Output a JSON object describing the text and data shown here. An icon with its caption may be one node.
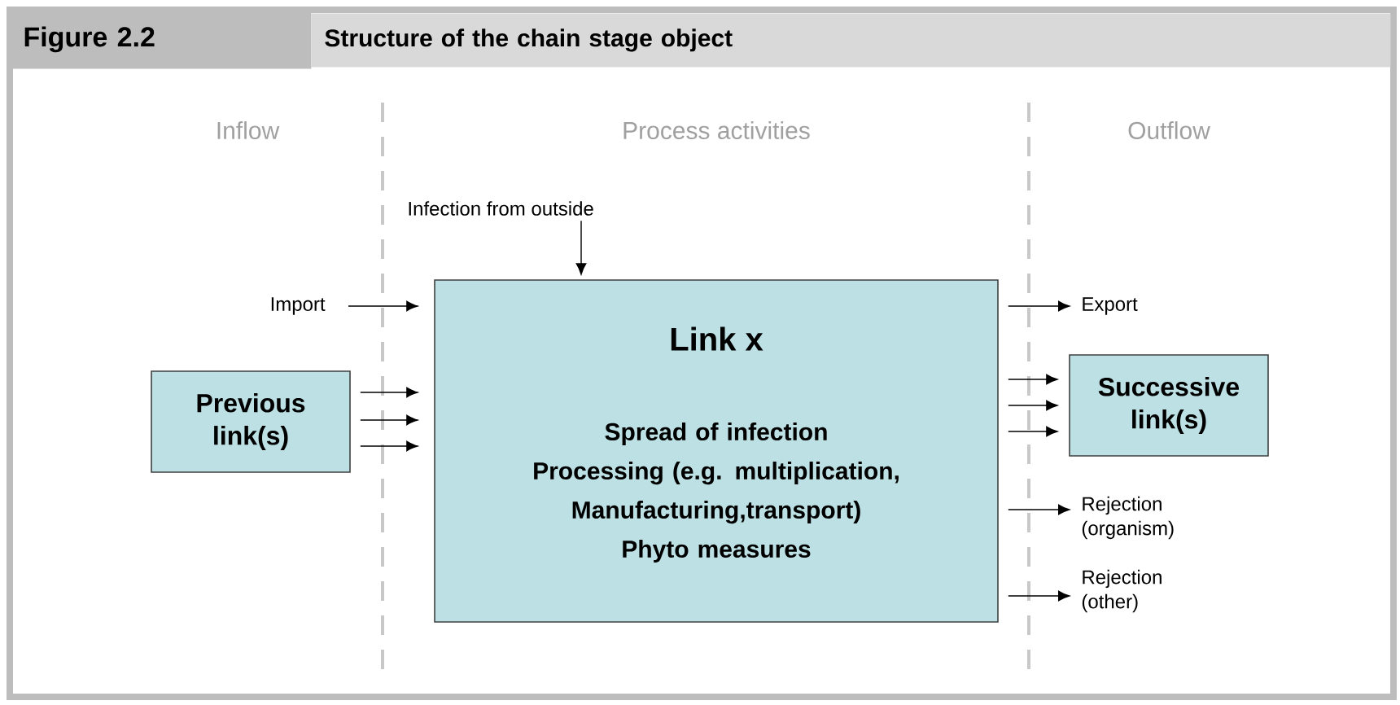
{
  "diagram": {
    "title": "Structure of the chain stage object",
    "nodes": [
      {
        "text": [
          "Previous link(s)"
        ]
      },
      {
        "text": [
          "Link x",
          "Spread of infection",
          "Processing (e.g. multiplication, Manufacturing,transport)",
          "Phyto measures"
        ]
      },
      {
        "text": [
          "Successive link(s)"
        ]
      },
      {
        "text": [
          "Import"
        ]
      },
      {
        "text": [
          "Infection from outside"
        ]
      },
      {
        "text": [
          "Export"
        ]
      },
      {
        "text": [
          "Rejection (organism)"
        ]
      },
      {
        "text": [
          "Rejection (other)"
        ]
      }
    ],
    "edges": [
      {
        "from": 3,
        "to": 1,
        "arrow": "to"
      },
      {
        "from": 4,
        "to": 1,
        "arrow": "to"
      },
      {
        "from": 0,
        "to": 1,
        "arrow": "to"
      },
      {
        "from": 0,
        "to": 1,
        "arrow": "to"
      },
      {
        "from": 0,
        "to": 1,
        "arrow": "to"
      },
      {
        "from": 1,
        "to": 2,
        "arrow": "to"
      },
      {
        "from": 1,
        "to": 2,
        "arrow": "to"
      },
      {
        "from": 1,
        "to": 2,
        "arrow": "to"
      },
      {
        "from": 1,
        "to": 5,
        "arrow": "to"
      },
      {
        "from": 1,
        "to": 6,
        "arrow": "to"
      },
      {
        "from": 1,
        "to": 7,
        "arrow": "to"
      }
    ],
    "labels": [
      "Figure 2.2",
      "Inflow",
      "Process activities",
      "Outflow"
    ]
  }
}
